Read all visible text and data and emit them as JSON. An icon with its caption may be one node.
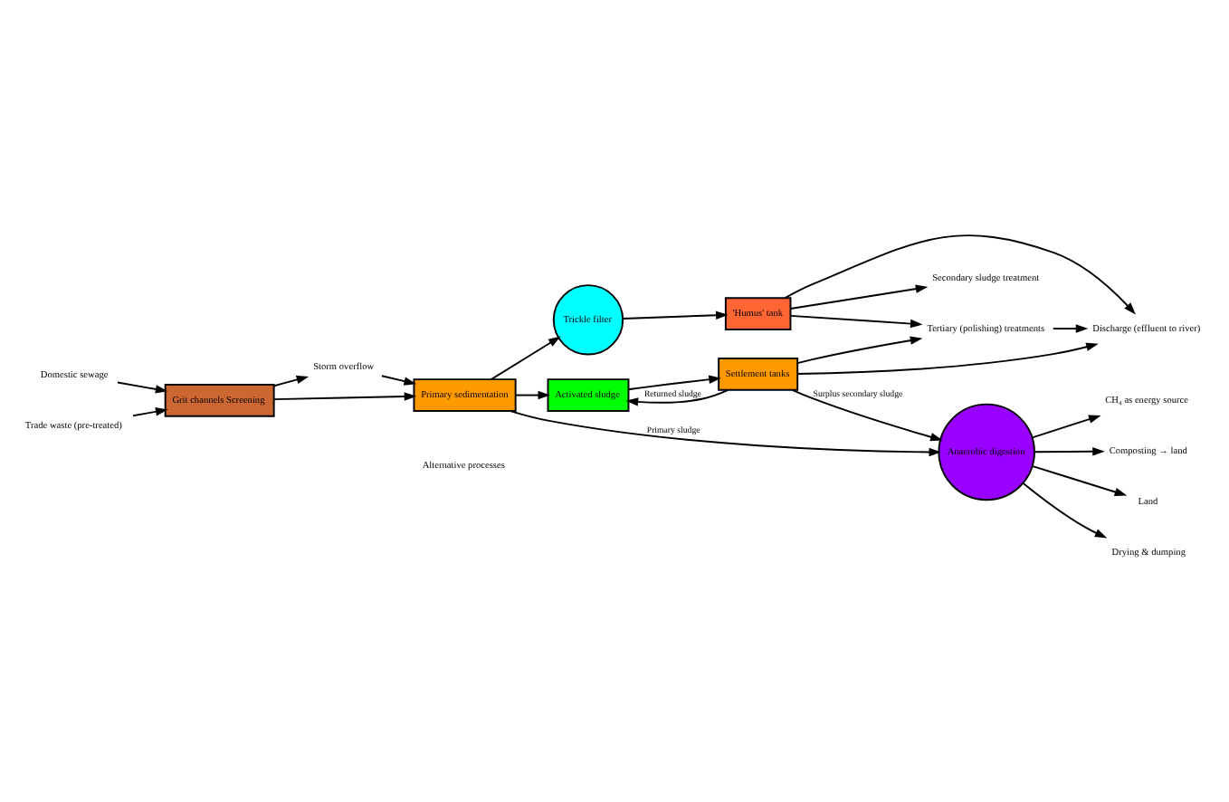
{
  "diagram": {
    "nodes": [
      {
        "text": [
          "Domestic sewage"
        ]
      },
      {
        "text": [
          "Trade waste (pre-treated)"
        ]
      },
      {
        "text": [
          "Grit channels Screening"
        ]
      },
      {
        "text": [
          "Storm overflow"
        ]
      },
      {
        "text": [
          "Primary sedimentation"
        ]
      },
      {
        "text": [
          "Trickle filter"
        ]
      },
      {
        "text": [
          "'Humus' tank"
        ]
      },
      {
        "text": [
          "Secondary sludge treatment"
        ]
      },
      {
        "text": [
          "Activated sludge"
        ]
      },
      {
        "text": [
          "Settlement tanks"
        ]
      },
      {
        "text": [
          "Anaerobic digestion"
        ]
      },
      {
        "text": [
          "Land"
        ]
      },
      {
        "text": [
          "Drying & dumping"
        ]
      },
      {
        "text": [
          "CH₄ as energy source"
        ]
      },
      {
        "text": [
          "Composting → land"
        ]
      },
      {
        "text": [
          "Tertiary (polishing) treatments"
        ]
      },
      {
        "text": [
          "Discharge (effluent to river)"
        ]
      }
    ],
    "edges": [
      {
        "from": 0,
        "to": 2,
        "arrow": "to"
      },
      {
        "from": 1,
        "to": 2,
        "arrow": "to"
      },
      {
        "from": 2,
        "to": 4,
        "arrow": "to"
      },
      {
        "from": 2,
        "to": 3,
        "arrow": "to"
      },
      {
        "from": 3,
        "to": 4,
        "arrow": "to"
      },
      {
        "from": 4,
        "to": 5,
        "arrow": "to"
      },
      {
        "from": 4,
        "to": 8,
        "arrow": "to"
      },
      {
        "from": 5,
        "to": 6,
        "arrow": "to"
      },
      {
        "from": 6,
        "to": 7,
        "arrow": "to"
      },
      {
        "from": 8,
        "to": 9,
        "arrow": "to"
      },
      {
        "from": 4,
        "to": 10,
        "label": "Primary sludge",
        "arrow": "to"
      },
      {
        "from": 9,
        "to": 8,
        "label": "Returned sludge",
        "arrow": "to"
      },
      {
        "from": 9,
        "to": 10,
        "label": "Surplus secondary sludge",
        "arrow": "to"
      },
      {
        "from": 6,
        "to": 16,
        "arrow": "to"
      },
      {
        "from": 9,
        "to": 16,
        "arrow": "to"
      },
      {
        "from": 6,
        "to": 15,
        "arrow": "to"
      },
      {
        "from": 9,
        "to": 15,
        "arrow": "to"
      },
      {
        "from": 15,
        "to": 16,
        "arrow": "to"
      },
      {
        "from": 10,
        "to": 11,
        "arrow": "to"
      },
      {
        "from": 10,
        "to": 12,
        "arrow": "to"
      },
      {
        "from": 10,
        "to": 13,
        "arrow": "to"
      },
      {
        "from": 10,
        "to": 14,
        "arrow": "to"
      }
    ],
    "labels": [
      "Alternative processes"
    ]
  }
}
